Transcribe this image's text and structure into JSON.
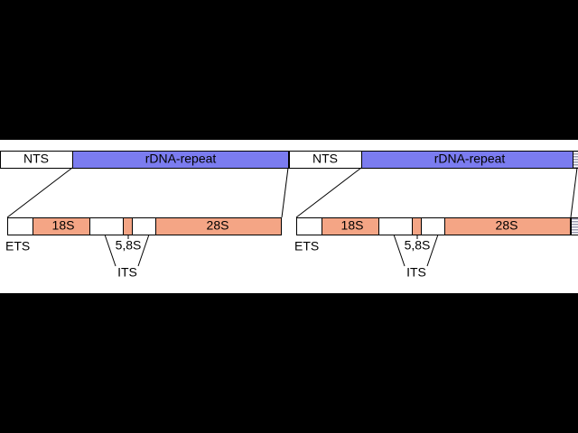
{
  "labels": {
    "nts": "NTS",
    "rdna_repeat": "rDNA-repeat",
    "ets": "ETS",
    "s18": "18S",
    "s58": "5,8S",
    "s28": "28S",
    "its": "ITS"
  },
  "colors": {
    "background": "#000000",
    "panel": "#ffffff",
    "rdna_repeat": "#7b7cf0",
    "rrna": "#f4a585",
    "spacer": "#ffffff",
    "stroke": "#000000"
  }
}
